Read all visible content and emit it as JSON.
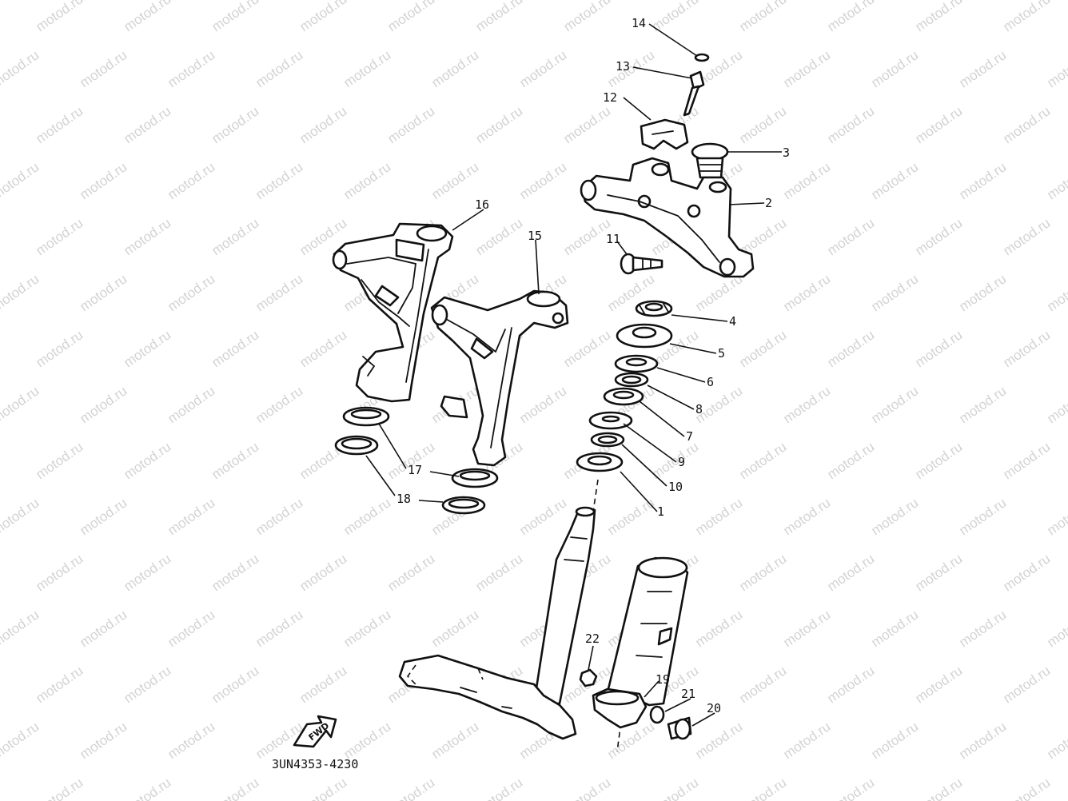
{
  "watermark": {
    "text": "motod.ru",
    "color": "#d3d3d3"
  },
  "diagram": {
    "code": "3UN4353-4230",
    "front_arrow_label": "FWD",
    "callouts": [
      "1",
      "2",
      "3",
      "4",
      "5",
      "6",
      "7",
      "8",
      "9",
      "10",
      "11",
      "12",
      "13",
      "14",
      "15",
      "16",
      "17",
      "18",
      "19",
      "20",
      "21",
      "22"
    ]
  },
  "colors": {
    "ink": "#111111",
    "paper": "#ffffff"
  }
}
